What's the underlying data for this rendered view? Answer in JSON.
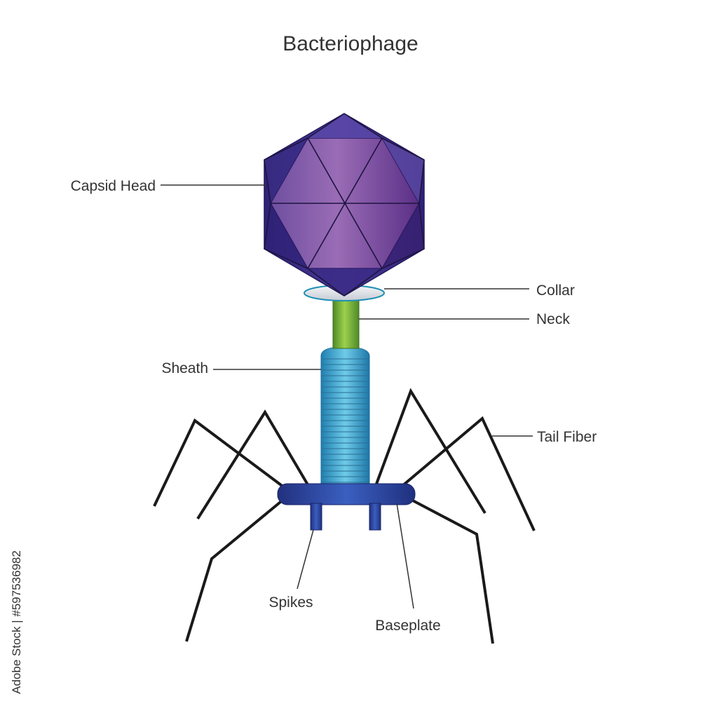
{
  "title": "Bacteriophage",
  "labels": {
    "capsid_head": "Capsid Head",
    "collar": "Collar",
    "neck": "Neck",
    "sheath": "Sheath",
    "tail_fiber": "Tail Fiber",
    "spikes": "Spikes",
    "baseplate": "Baseplate"
  },
  "stock_id": "Adobe Stock | #597536982",
  "colors": {
    "capsid_dark": "#3b2a86",
    "capsid_light": "#8a5aa8",
    "collar": "#dfe3e8",
    "neck": "#7ab33a",
    "sheath": "#3fa8cf",
    "baseplate": "#2a3f9e",
    "fiber": "#1a1a1a",
    "text": "#333333"
  }
}
